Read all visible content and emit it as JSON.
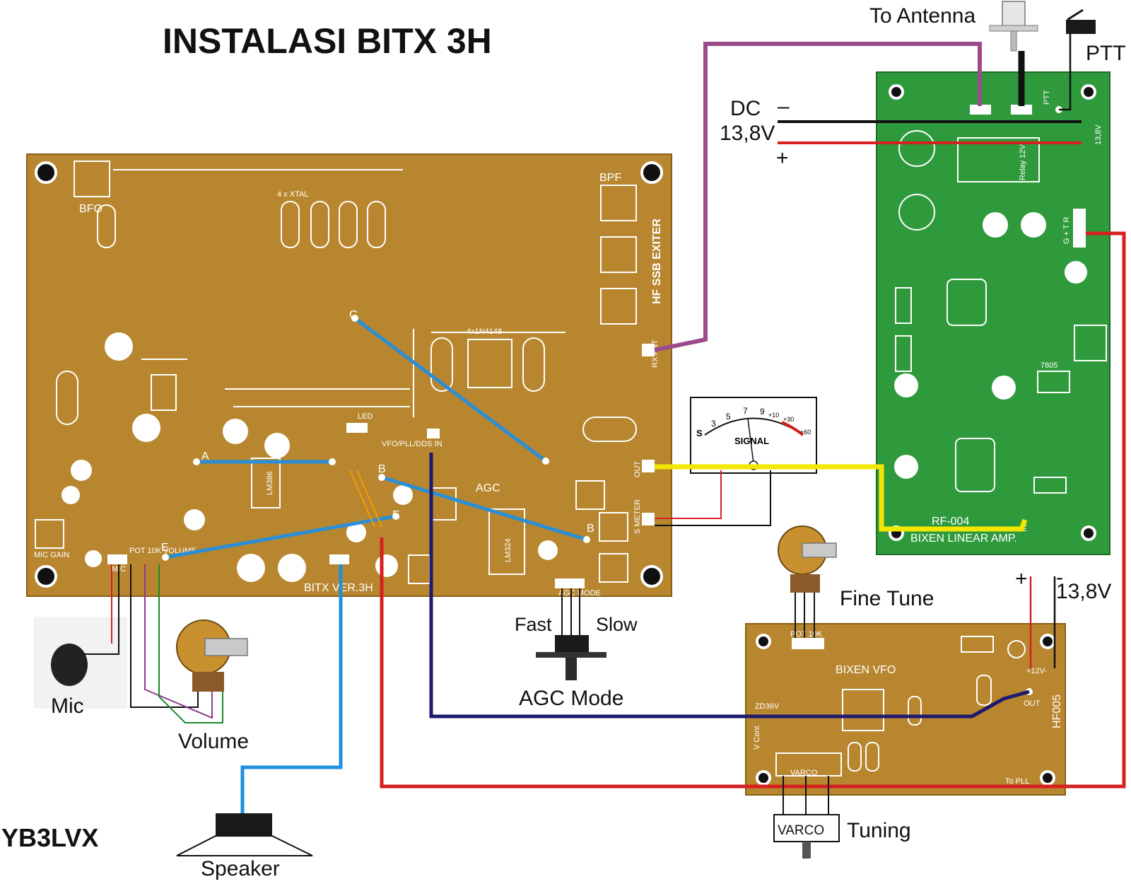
{
  "title": "INSTALASI BITX 3H",
  "author": "YB3LVX",
  "labels": {
    "to_antenna": "To Antenna",
    "ptt": "PTT",
    "dc": "DC",
    "dc_voltage": "13,8V",
    "minus": "–",
    "plus": "+",
    "mic": "Mic",
    "volume": "Volume",
    "speaker": "Speaker",
    "fast": "Fast",
    "slow": "Slow",
    "agc_mode": "AGC Mode",
    "fine_tune": "Fine Tune",
    "tuning": "Tuning",
    "varco": "VARCO",
    "vfo_plus": "+",
    "vfo_minus": "-",
    "vfo_voltage": "13,8V"
  },
  "exciter_board": {
    "name": "HF SSB EXITER",
    "version": "BITX VER.3H",
    "labels": {
      "bfo": "BFO",
      "bpf": "BPF",
      "xtal": "4 x XTAL",
      "diodes": "4x1N4148",
      "agc": "AGC",
      "lm386": "LM386",
      "lm324": "LM324",
      "mic_gain": "MIC GAIN",
      "vfo_pll_dds_in": "VFO/PLL/DDS IN",
      "rx_ant": "RX ANT",
      "out": "OUT",
      "s_meter": "S METER",
      "led": "LED",
      "mic": "MIC",
      "pot_volume": "POT 10K VOLUME",
      "agc_mode": "AGC MODE",
      "pt_a": "A",
      "pt_b": "B",
      "pt_c": "C",
      "pt_e": "E"
    }
  },
  "linear_board": {
    "name": "RF-004",
    "subtitle": "BIXEN LINEAR AMP.",
    "labels": {
      "ptt": "PTT",
      "v138": "13,8V",
      "relay": "Relay 12V",
      "ic": "7805",
      "in": "IN",
      "gtr": "G + T R"
    }
  },
  "vfo_board": {
    "name": "BIXEN VFO",
    "model": "HF005",
    "labels": {
      "pot10k": "POT 10K",
      "v12": "+12V-",
      "out": "OUT",
      "to_pll": "To PLL",
      "varco": "VARCO",
      "vcont": "V Cont",
      "zener": "ZD36V"
    }
  },
  "meter": {
    "label": "SIGNAL",
    "scale": [
      "S",
      "3",
      "5",
      "7",
      "9",
      "+10",
      "+30",
      "+60"
    ]
  },
  "colors": {
    "exciter_pcb": "#b8862f",
    "linear_pcb": "#2f9a3c",
    "rf_cable": "#9b4a8a",
    "power_positive": "#d62020",
    "power_negative": "#111111",
    "jumper": "#2a8fd6",
    "vfo_cable": "#1e1a6e",
    "signal_out": "#f5e600",
    "speaker_cable": "#1e90e0"
  }
}
